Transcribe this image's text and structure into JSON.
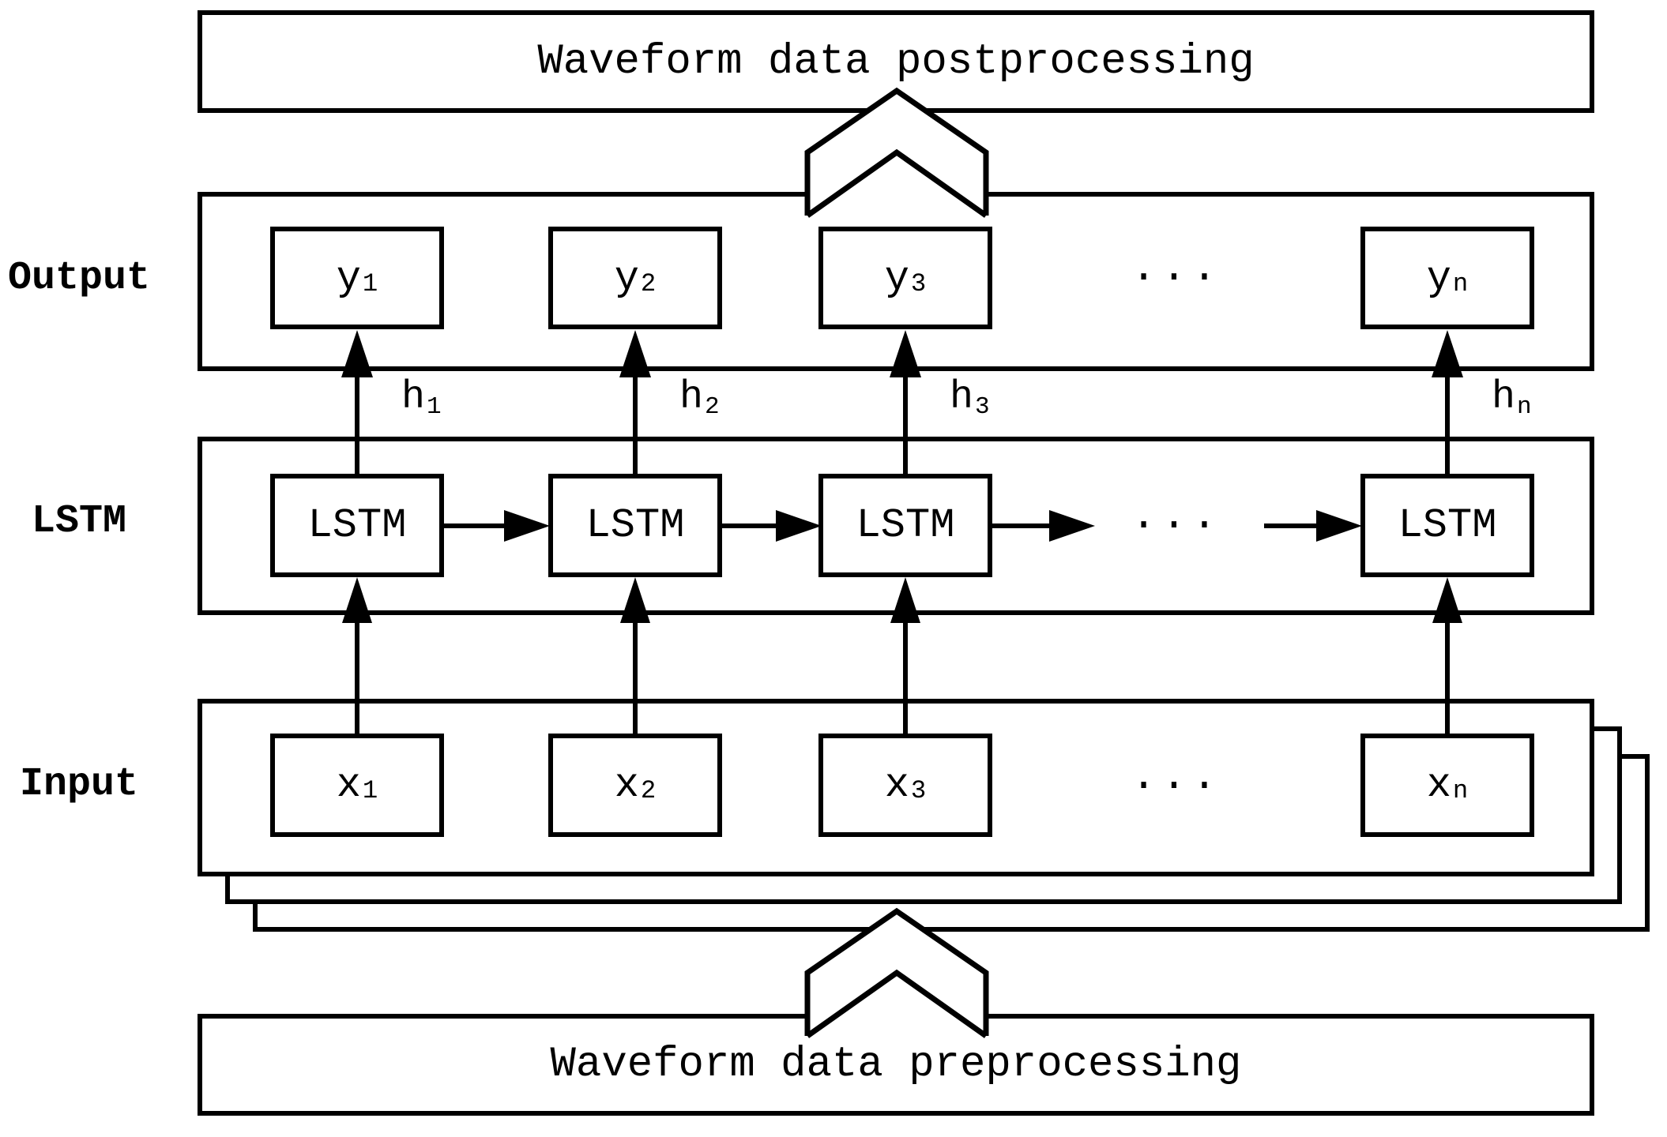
{
  "colors": {
    "ink": "#000000",
    "paper": "#ffffff"
  },
  "banners": {
    "top": "Waveform data postprocessing",
    "bottom": "Waveform data preprocessing"
  },
  "rows": {
    "output": {
      "side_label": "Output",
      "boxes": [
        {
          "base": "y",
          "sub": "1"
        },
        {
          "base": "y",
          "sub": "2"
        },
        {
          "base": "y",
          "sub": "3"
        },
        {
          "base": "y",
          "sub": "n"
        }
      ],
      "ellipsis": "..."
    },
    "lstm": {
      "side_label": "LSTM",
      "boxes": [
        {
          "label": "LSTM"
        },
        {
          "label": "LSTM"
        },
        {
          "label": "LSTM"
        },
        {
          "label": "LSTM"
        }
      ],
      "ellipsis": "..."
    },
    "input": {
      "side_label": "Input",
      "boxes": [
        {
          "base": "x",
          "sub": "1"
        },
        {
          "base": "x",
          "sub": "2"
        },
        {
          "base": "x",
          "sub": "3"
        },
        {
          "base": "x",
          "sub": "n"
        }
      ],
      "ellipsis": "..."
    }
  },
  "hidden_states": [
    {
      "base": "h",
      "sub": "1"
    },
    {
      "base": "h",
      "sub": "2"
    },
    {
      "base": "h",
      "sub": "3"
    },
    {
      "base": "h",
      "sub": "n"
    }
  ]
}
